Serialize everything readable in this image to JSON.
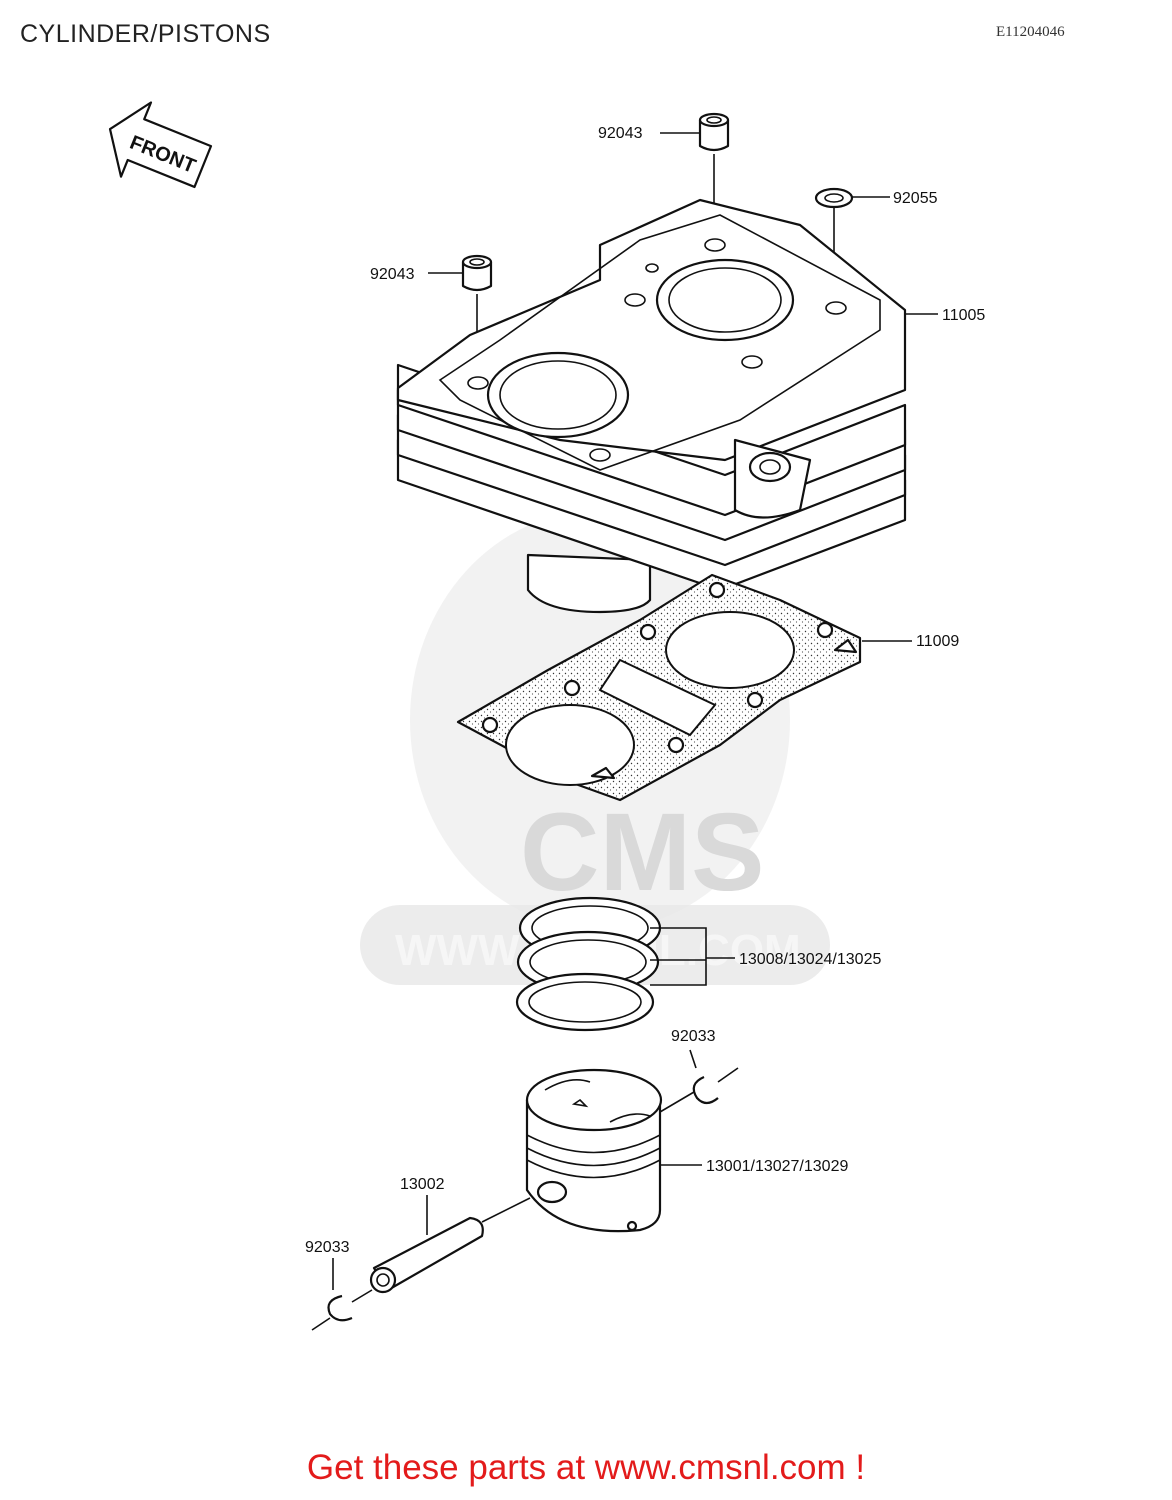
{
  "header": {
    "title": "CYLINDER/PISTONS",
    "diagram_code": "E11204046"
  },
  "front_arrow": {
    "label": "FRONT"
  },
  "watermark": {
    "logo_text": "CMS",
    "url_text": "WWW.CMSNL.COM"
  },
  "part_labels": {
    "p92043_top": "92043",
    "p92055": "92055",
    "p92043_left": "92043",
    "p11005": "11005",
    "p11009": "11009",
    "p13008": "13008/13024/13025",
    "p92033_right": "92033",
    "p13001": "13001/13027/13029",
    "p13002": "13002",
    "p92033_left": "92033"
  },
  "footer": {
    "text": "Get these parts at www.cmsnl.com !"
  }
}
